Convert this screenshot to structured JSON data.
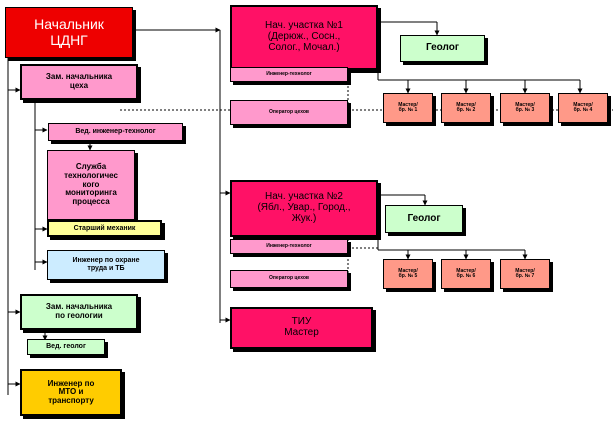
{
  "colors": {
    "head_fill": "#ee0000",
    "section_fill": "#ff1166",
    "deputy_fill": "#ff99cc",
    "geolog_fill": "#ccffcc",
    "pale_pink": "#ff99cc",
    "brigade_fill": "#ff9988",
    "yellow": "#ffff99",
    "mto_fill": "#ffcc00",
    "tb_fill": "#ccecff",
    "line": "#000000"
  },
  "boxes": {
    "head": "Начальник\nЦДНГ",
    "deputy_shop": "Зам. начальника\nцеха",
    "lead_tech_engineer": "Вед. инженер-технолог",
    "monitoring_service": "Служба\nтехнологичес\nкого\nмониторинга\nпроцесса",
    "senior_mechanic": "Старший механик",
    "safety_engineer": "Инженер по охране\nтруда и ТБ",
    "deputy_geology": "Зам. начальника\nпо геологии",
    "lead_geolog": "Вед. геолог",
    "mto_engineer": "Инженер по\nМТО и\nтранспорту",
    "section1": {
      "title": "Нач. участка №1\n(Дерюж., Сосн.,\nСолог., Мочал.)",
      "geolog": "Геолог",
      "engineer_tech": "Инженер-технолог",
      "operator": "Оператор  цехов",
      "brigades": [
        "Мастер/\nбр. № 1",
        "Мастер/\nбр. № 2",
        "Мастер/\nбр. № 3",
        "Мастер/\nбр. № 4"
      ]
    },
    "section2": {
      "title": "Нач. участка №2\n(Ябл., Увар., Город.,\nЖук.)",
      "geolog": "Геолог",
      "engineer_tech": "Инженер-технолог",
      "operator": "Оператор  цехов",
      "brigades": [
        "Мастер/\nбр. № 5",
        "Мастер/\nбр. № 6",
        "Мастер/\nбр. № 7"
      ]
    },
    "tiu": "ТИУ\nМастер"
  }
}
